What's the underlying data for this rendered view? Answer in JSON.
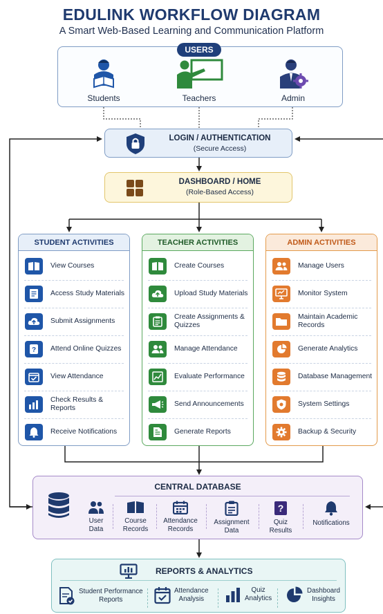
{
  "title": "EDULINK WORKFLOW DIAGRAM",
  "subtitle": "A Smart Web-Based Learning and Communication Platform",
  "users": {
    "label": "USERS",
    "students": "Students",
    "teachers": "Teachers",
    "admin": "Admin"
  },
  "login": {
    "title": "LOGIN / AUTHENTICATION",
    "sub": "(Secure Access)"
  },
  "dashboard": {
    "title": "DASHBOARD / HOME",
    "sub": "(Role-Based Access)"
  },
  "student": {
    "title": "STUDENT ACTIVITIES",
    "items": [
      {
        "label": "View Courses",
        "icon": "book-icon"
      },
      {
        "label": "Access Study Materials",
        "icon": "document-icon"
      },
      {
        "label": "Submit Assignments",
        "icon": "cloud-upload-icon"
      },
      {
        "label": "Attend Online Quizzes",
        "icon": "quiz-icon"
      },
      {
        "label": "View Attendance",
        "icon": "calendar-check-icon"
      },
      {
        "label": "Check Results & Reports",
        "icon": "bar-chart-icon"
      },
      {
        "label": "Receive Notifications",
        "icon": "bell-icon"
      }
    ]
  },
  "teacher": {
    "title": "TEACHER ACTIVITIES",
    "items": [
      {
        "label": "Create Courses",
        "icon": "book-icon"
      },
      {
        "label": "Upload Study Materials",
        "icon": "cloud-upload-icon"
      },
      {
        "label": "Create Assignments & Quizzes",
        "icon": "clipboard-icon"
      },
      {
        "label": "Manage Attendance",
        "icon": "users-icon"
      },
      {
        "label": "Evaluate Performance",
        "icon": "chart-icon"
      },
      {
        "label": "Send Announcements",
        "icon": "megaphone-icon"
      },
      {
        "label": "Generate Reports",
        "icon": "report-icon"
      }
    ]
  },
  "admin": {
    "title": "ADMIN ACTIVITIES",
    "items": [
      {
        "label": "Manage Users",
        "icon": "users-icon"
      },
      {
        "label": "Monitor System",
        "icon": "monitor-icon"
      },
      {
        "label": "Maintain Academic Records",
        "icon": "folder-icon"
      },
      {
        "label": "Generate Analytics",
        "icon": "pie-chart-icon"
      },
      {
        "label": "Database Management",
        "icon": "database-icon"
      },
      {
        "label": "System Settings",
        "icon": "shield-gear-icon"
      },
      {
        "label": "Backup & Security",
        "icon": "gear-icon"
      }
    ]
  },
  "database": {
    "title": "CENTRAL DATABASE",
    "items": [
      {
        "l1": "User",
        "l2": "Data"
      },
      {
        "l1": "Course",
        "l2": "Records"
      },
      {
        "l1": "Attendance",
        "l2": "Records"
      },
      {
        "l1": "Assignment",
        "l2": "Data"
      },
      {
        "l1": "Quiz",
        "l2": "Results"
      },
      {
        "l1": "Notifications",
        "l2": ""
      }
    ]
  },
  "reports": {
    "title": "REPORTS & ANALYTICS",
    "items": [
      {
        "l1": "Student Performance",
        "l2": "Reports"
      },
      {
        "l1": "Attendance",
        "l2": "Analysis"
      },
      {
        "l1": "Quiz",
        "l2": "Analytics"
      },
      {
        "l1": "Dashboard",
        "l2": "Insights"
      }
    ]
  },
  "colors": {
    "navy": "#1f3a6e",
    "student": "#1f56a8",
    "teacher": "#2f8a3c",
    "admin": "#e27a2e",
    "database": "#a58ac8",
    "reports": "#7fc0c0"
  }
}
